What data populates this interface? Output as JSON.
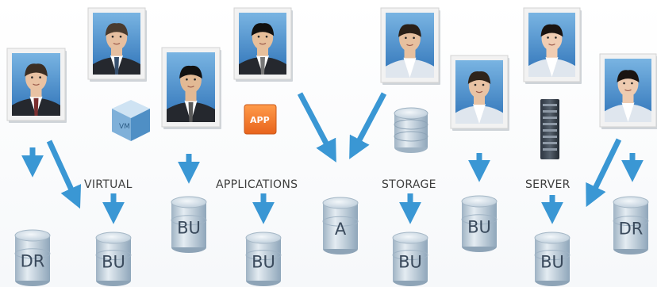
{
  "labels": {
    "virtual": "VIRTUAL",
    "applications": "APPLICATIONS",
    "storage": "STORAGE",
    "server": "SERVER"
  },
  "cylinders": [
    {
      "id": "dr-left",
      "label": "DR"
    },
    {
      "id": "bu-virtual",
      "label": "BU"
    },
    {
      "id": "bu-apps-left",
      "label": "BU"
    },
    {
      "id": "bu-apps-bottom",
      "label": "BU"
    },
    {
      "id": "a-apps",
      "label": "A"
    },
    {
      "id": "bu-storage",
      "label": "BU"
    },
    {
      "id": "bu-storage-right",
      "label": "BU"
    },
    {
      "id": "bu-server",
      "label": "BU"
    },
    {
      "id": "dr-right",
      "label": "DR"
    }
  ],
  "icons": {
    "vm": {
      "label": "VM"
    },
    "app": {
      "label": "APP"
    }
  },
  "colors": {
    "arrow": "#3a97d4",
    "cylinder_top": "#dde6ee",
    "cylinder_body": "#b8c9d7",
    "frame": "#f1f1f1",
    "portrait_bg": "#4a8fcd",
    "app_icon": "#f07a2c",
    "vm_cube": "#7fb0d9"
  }
}
